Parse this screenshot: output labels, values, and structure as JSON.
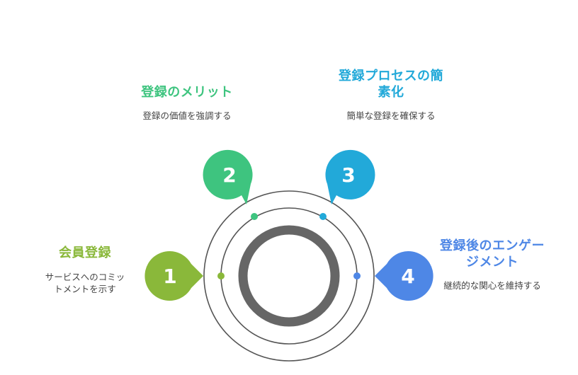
{
  "colors": {
    "ring": "#555555",
    "core": "#666666",
    "step1": "#8ab83a",
    "step2": "#3ec47f",
    "step3": "#22a9d9",
    "step4": "#4e87e6"
  },
  "steps": [
    {
      "number": "1",
      "title": "会員登録",
      "description": "サービスへのコミットメントを示す",
      "color": "#8ab83a"
    },
    {
      "number": "2",
      "title": "登録のメリット",
      "description": "登録の価値を強調する",
      "color": "#3ec47f"
    },
    {
      "number": "3",
      "title": "登録プロセスの簡素化",
      "description": "簡単な登録を確保する",
      "color": "#22a9d9"
    },
    {
      "number": "4",
      "title": "登録後のエンゲージメント",
      "description": "継続的な関心を維持する",
      "color": "#4e87e6"
    }
  ]
}
